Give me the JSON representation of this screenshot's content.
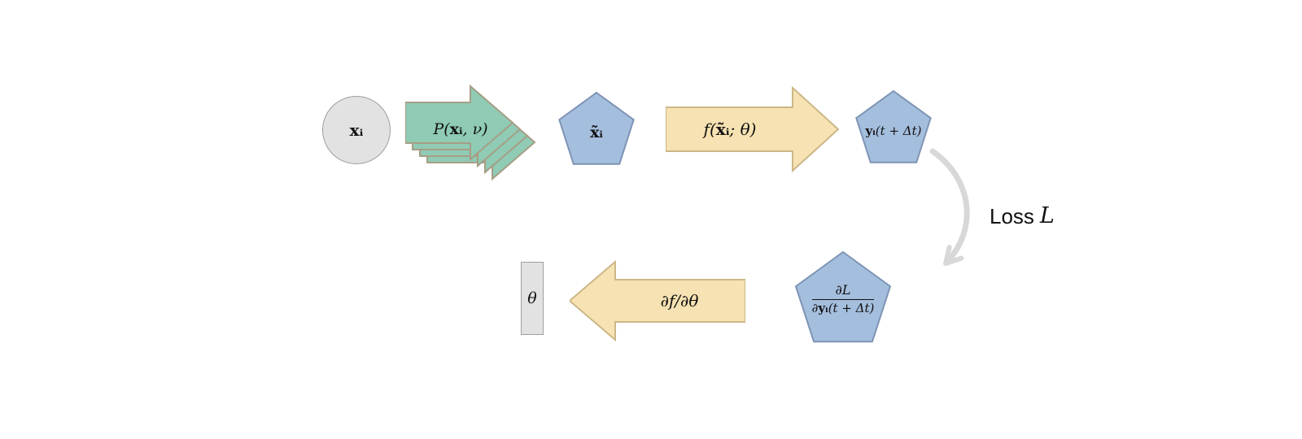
{
  "colors": {
    "node_fill": "#e2e2e2",
    "node_stroke": "#9e9e9e",
    "pentagon_fill": "#a4bedd",
    "pentagon_stroke": "#7e94b5",
    "perturbation_arrow_fill": "#8fcbb5",
    "perturbation_arrow_stroke": "#a69e85",
    "function_arrow_fill": "#f6e2b2",
    "function_arrow_stroke": "#ccb787",
    "loss_arrow_color": "#d8d8d8",
    "text_color": "#111111",
    "background": "#ffffff"
  },
  "diagram": {
    "input_node": {
      "label": "xᵢ"
    },
    "perturbation_arrow": {
      "label_pre": "P(",
      "label_vec": "xᵢ",
      "label_post": ", ν)"
    },
    "perturbed_node": {
      "label": "x̃ᵢ"
    },
    "forward_arrow": {
      "label_pre": "f(",
      "label_vec": "x̃ᵢ",
      "label_post": "; θ)"
    },
    "output_node": {
      "label_vec": "yᵢ",
      "label_rest": "(t + Δt)"
    },
    "loss_annotation": {
      "prefix": "Loss",
      "symbol": "L"
    },
    "gradient_node": {
      "numerator": "∂L",
      "den_pre": "∂",
      "den_vec": "yᵢ",
      "den_post": "(t + Δt)"
    },
    "backward_arrow": {
      "label": "∂f/∂θ"
    },
    "theta_node": {
      "label": "θ"
    }
  }
}
